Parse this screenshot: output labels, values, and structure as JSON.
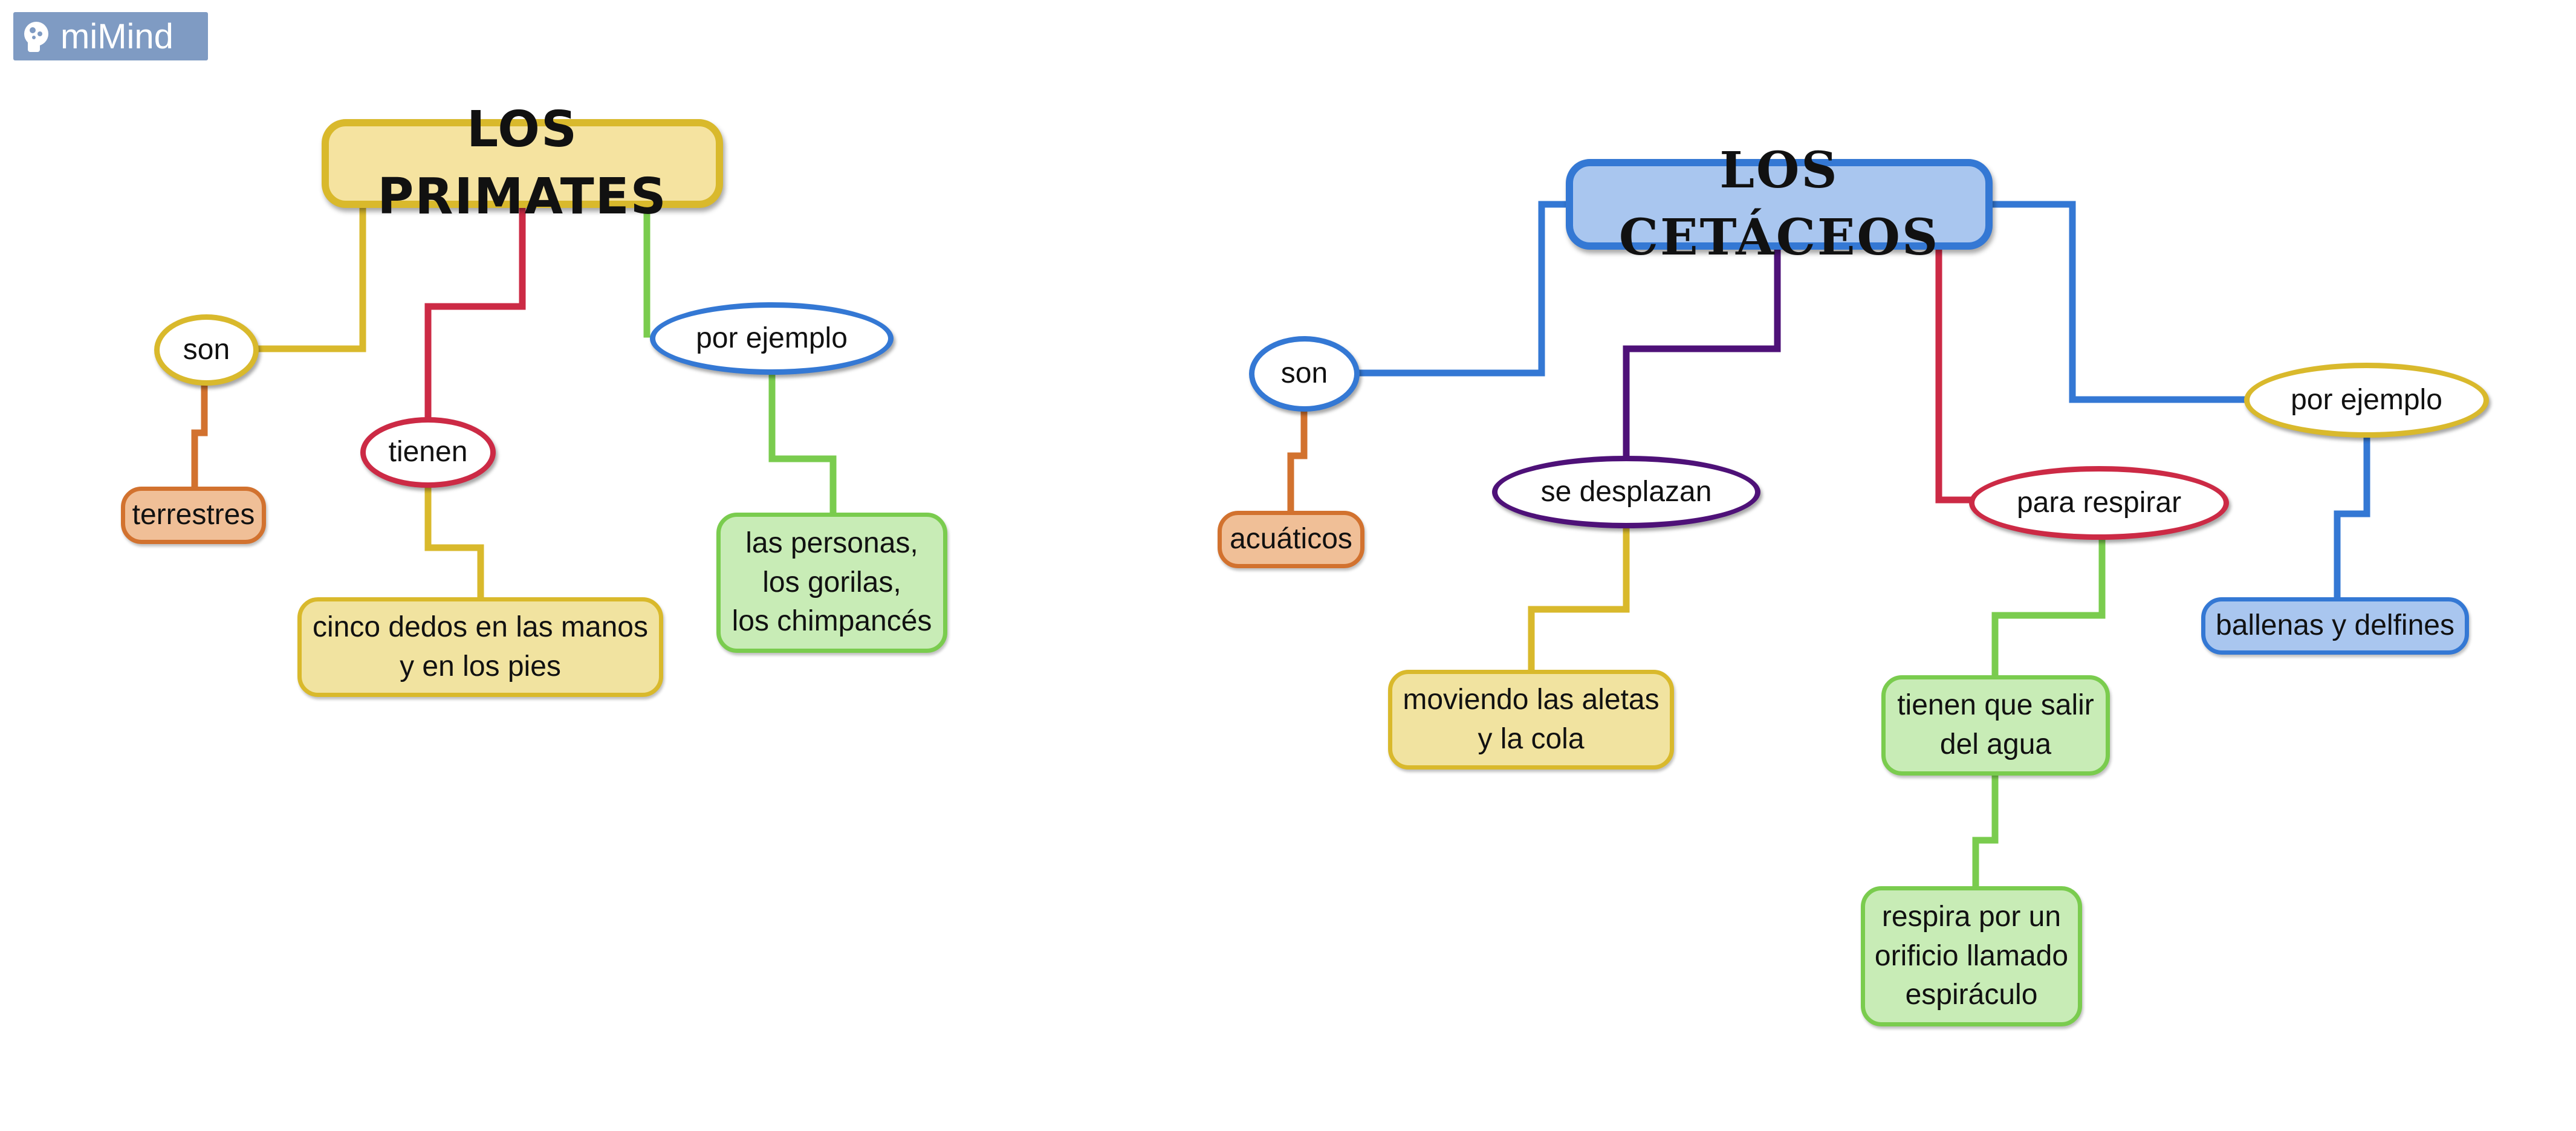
{
  "app": {
    "name": "miMind"
  },
  "colors": {
    "yellow_stroke": "#d9b92c",
    "yellow_fill": "#f1e3a0",
    "red": "#cc2a45",
    "green_stroke": "#7acc4e",
    "green_fill": "#c8ecb6",
    "blue": "#3478d4",
    "blue_fill": "#a9c6ef",
    "orange_stroke": "#d2722f",
    "orange_fill": "#f0bf97",
    "purple": "#4e1178",
    "title_yellow_fill": "#f5e3a0"
  },
  "maps": {
    "primates": {
      "title": "LOS PRIMATES",
      "son": "son",
      "son_child": "terrestres",
      "tienen": "tienen",
      "tienen_child": "cinco dedos en las manos\ny en los pies",
      "ejemplo": "por ejemplo",
      "ejemplo_child": "las personas,\nlos gorilas,\nlos chimpancés"
    },
    "cetaceos": {
      "title": "LOS CETÁCEOS",
      "son": "son",
      "son_child": "acuáticos",
      "desplazan": "se desplazan",
      "desplazan_child": "moviendo las aletas\ny la cola",
      "respirar": "para respirar",
      "respirar_child": "tienen que salir\ndel agua",
      "respirar_grandchild": "respira por un\norificio llamado\nespiráculo",
      "ejemplo": "por ejemplo",
      "ejemplo_child": "ballenas y delfines"
    }
  }
}
